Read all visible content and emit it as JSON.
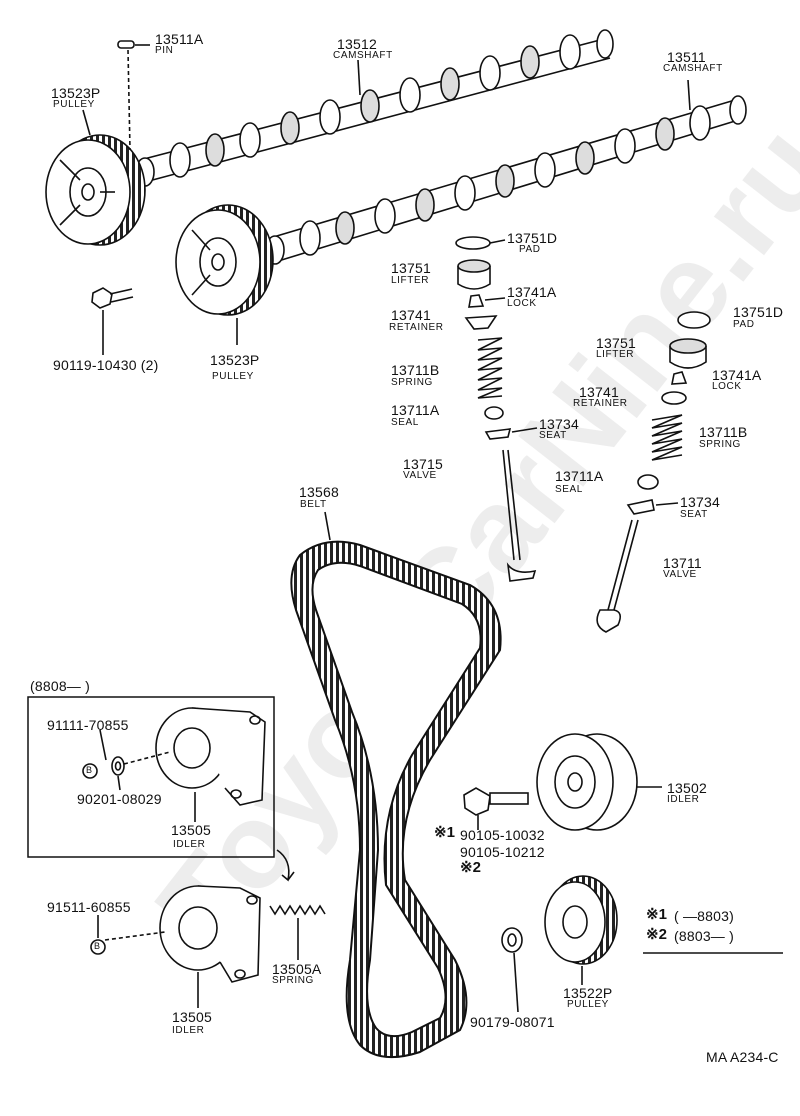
{
  "watermark": "ToyotaCarNine.ru",
  "diagram_code": "MA  A234-C",
  "parts": {
    "pin": {
      "num": "13511A",
      "name": "PIN"
    },
    "camshaft_exhaust": {
      "num": "13512",
      "name": "CAMSHAFT"
    },
    "camshaft_intake": {
      "num": "13511",
      "name": "CAMSHAFT"
    },
    "pulley_top": {
      "num": "13523P",
      "name": "PULLEY"
    },
    "pulley_lower": {
      "num": "13523P",
      "name": "PULLEY"
    },
    "bolt_pulley": {
      "num": "90119-10430 (2)"
    },
    "pad_left": {
      "num": "13751D",
      "name": "PAD"
    },
    "lifter_left": {
      "num": "13751",
      "name": "LIFTER"
    },
    "lock_left": {
      "num": "13741A",
      "name": "LOCK"
    },
    "retainer_left": {
      "num": "13741",
      "name": "RETAINER"
    },
    "spring_left": {
      "num": "13711B",
      "name": "SPRING"
    },
    "seal_left": {
      "num": "13711A",
      "name": "SEAL"
    },
    "seat_left": {
      "num": "13734",
      "name": "SEAT"
    },
    "valve_left": {
      "num": "13715",
      "name": "VALVE"
    },
    "pad_right": {
      "num": "13751D",
      "name": "PAD"
    },
    "lifter_right": {
      "num": "13751",
      "name": "LIFTER"
    },
    "lock_right": {
      "num": "13741A",
      "name": "LOCK"
    },
    "retainer_right": {
      "num": "13741",
      "name": "RETAINER"
    },
    "spring_right": {
      "num": "13711B",
      "name": "SPRING"
    },
    "seal_right": {
      "num": "13711A",
      "name": "SEAL"
    },
    "seat_right": {
      "num": "13734",
      "name": "SEAT"
    },
    "valve_right": {
      "num": "13711",
      "name": "VALVE"
    },
    "belt": {
      "num": "13568",
      "name": "BELT"
    },
    "idler_right": {
      "num": "13502",
      "name": "IDLER"
    },
    "bolt_idler_1": {
      "num": "90105-10032"
    },
    "bolt_idler_2": {
      "num": "90105-10212"
    },
    "idler_box": {
      "num": "13505",
      "name": "IDLER"
    },
    "bolt_box": {
      "num": "91111-70855"
    },
    "washer_box": {
      "num": "90201-08029"
    },
    "idler_lower": {
      "num": "13505",
      "name": "IDLER"
    },
    "bolt_lower": {
      "num": "91511-60855"
    },
    "spring_idler": {
      "num": "13505A",
      "name": "SPRING"
    },
    "pulley_crank": {
      "num": "13522P",
      "name": "PULLEY"
    },
    "washer_crank": {
      "num": "90179-08071"
    }
  },
  "box_range": "(8808—        )",
  "circle_b": "B",
  "mark1": "※1",
  "mark2": "※2",
  "legend": {
    "l1_mark": "※1",
    "l1_text": "(       —8803)",
    "l2_mark": "※2",
    "l2_text": "(8803—        )"
  }
}
